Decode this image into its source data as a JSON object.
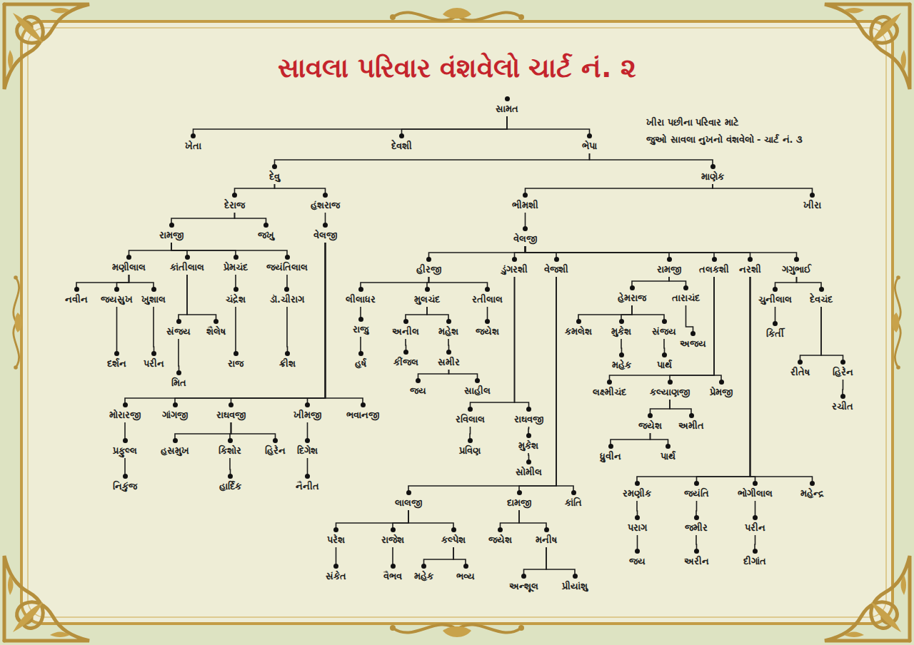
{
  "diagram": {
    "title": "સાવલા પરિવાર વંશવેલો ચાર્ટ નં. ૨",
    "nodes": [
      {
        "text": [
          "સામત"
        ]
      },
      {
        "text": [
          "ખેતા"
        ]
      },
      {
        "text": [
          "દેવશી"
        ]
      },
      {
        "text": [
          "ભેપા"
        ]
      },
      {
        "text": [
          "દેવુ"
        ]
      },
      {
        "text": [
          "માણેક"
        ]
      },
      {
        "text": [
          "દેરાજ"
        ]
      },
      {
        "text": [
          "હંશરાજ"
        ]
      },
      {
        "text": [
          "ભીમશી"
        ]
      },
      {
        "text": [
          "ખીરા"
        ]
      },
      {
        "text": [
          "રામજી"
        ]
      },
      {
        "text": [
          "જખુ"
        ]
      },
      {
        "text": [
          "વેલજી"
        ]
      },
      {
        "text": [
          "વેલજી"
        ]
      },
      {
        "text": [
          "મણીલાલ"
        ]
      },
      {
        "text": [
          "કાંતીલાલ"
        ]
      },
      {
        "text": [
          "પ્રેમચંદ"
        ]
      },
      {
        "text": [
          "જયંતિલાલ"
        ]
      },
      {
        "text": [
          "હીરજી"
        ]
      },
      {
        "text": [
          "ડુંગરશી"
        ]
      },
      {
        "text": [
          "વેજશી"
        ]
      },
      {
        "text": [
          "રામજી"
        ]
      },
      {
        "text": [
          "તલકશી"
        ]
      },
      {
        "text": [
          "નરશી"
        ]
      },
      {
        "text": [
          "ગગુભાઈ"
        ]
      },
      {
        "text": [
          "નવીન"
        ]
      },
      {
        "text": [
          "જયસુખ"
        ]
      },
      {
        "text": [
          "ખુશાલ"
        ]
      },
      {
        "text": [
          "ચંદ્રેશ"
        ]
      },
      {
        "text": [
          "ડૉ.ચીરાગ"
        ]
      },
      {
        "text": [
          "લીલાધર"
        ]
      },
      {
        "text": [
          "મુલચંદ"
        ]
      },
      {
        "text": [
          "રતીલાલ"
        ]
      },
      {
        "text": [
          "હેમરાજ"
        ]
      },
      {
        "text": [
          "તારાચંદ"
        ]
      },
      {
        "text": [
          "ચુનીલાલ"
        ]
      },
      {
        "text": [
          "દેવચંદ"
        ]
      },
      {
        "text": [
          "સંજય"
        ]
      },
      {
        "text": [
          "શૈલેષ"
        ]
      },
      {
        "text": [
          "રાજુ"
        ]
      },
      {
        "text": [
          "અનીલ"
        ]
      },
      {
        "text": [
          "મહેશ"
        ]
      },
      {
        "text": [
          "જયેશ"
        ]
      },
      {
        "text": [
          "કમલેશ"
        ]
      },
      {
        "text": [
          "મુકેશ"
        ]
      },
      {
        "text": [
          "સંજય"
        ]
      },
      {
        "text": [
          "કિર્તી"
        ]
      },
      {
        "text": [
          "અજય"
        ]
      },
      {
        "text": [
          "દર્શન"
        ]
      },
      {
        "text": [
          "પરીન"
        ]
      },
      {
        "text": [
          "રાજ"
        ]
      },
      {
        "text": [
          "ક્રીશ"
        ]
      },
      {
        "text": [
          "હર્ષ"
        ]
      },
      {
        "text": [
          "કીંજલ"
        ]
      },
      {
        "text": [
          "સમીર"
        ]
      },
      {
        "text": [
          "મહેક"
        ]
      },
      {
        "text": [
          "પાર્થ"
        ]
      },
      {
        "text": [
          "રીતેષ"
        ]
      },
      {
        "text": [
          "હિરેન"
        ]
      },
      {
        "text": [
          "મિત"
        ]
      },
      {
        "text": [
          "જય"
        ]
      },
      {
        "text": [
          "સાહીલ"
        ]
      },
      {
        "text": [
          "લક્ષ્મીચંદ"
        ]
      },
      {
        "text": [
          "કલ્યાણજી"
        ]
      },
      {
        "text": [
          "પ્રેમજી"
        ]
      },
      {
        "text": [
          "રચીત"
        ]
      },
      {
        "text": [
          "મોરારજી"
        ]
      },
      {
        "text": [
          "ગાંગજી"
        ]
      },
      {
        "text": [
          "રાઘવજી"
        ]
      },
      {
        "text": [
          "ખીમજી"
        ]
      },
      {
        "text": [
          "ભવાનજી"
        ]
      },
      {
        "text": [
          "રવિલાલ"
        ]
      },
      {
        "text": [
          "રાઘવજી"
        ]
      },
      {
        "text": [
          "જયેશ"
        ]
      },
      {
        "text": [
          "અમીત"
        ]
      },
      {
        "text": [
          "પ્રવિણ"
        ]
      },
      {
        "text": [
          "મુકેશ"
        ]
      },
      {
        "text": [
          "પ્રફુલ્લ"
        ]
      },
      {
        "text": [
          "હસમુખ"
        ]
      },
      {
        "text": [
          "કિશોર"
        ]
      },
      {
        "text": [
          "હિરેન"
        ]
      },
      {
        "text": [
          "દિગેશ"
        ]
      },
      {
        "text": [
          "ધ્રુવીન"
        ]
      },
      {
        "text": [
          "પાર્થ"
        ]
      },
      {
        "text": [
          "સોમીલ"
        ]
      },
      {
        "text": [
          "નિકુંજ"
        ]
      },
      {
        "text": [
          "હાર્દિક"
        ]
      },
      {
        "text": [
          "નૈનીત"
        ]
      },
      {
        "text": [
          "રમણીક"
        ]
      },
      {
        "text": [
          "જયંતિ"
        ]
      },
      {
        "text": [
          "ભોગીલાલ"
        ]
      },
      {
        "text": [
          "મહેન્દ્ર"
        ]
      },
      {
        "text": [
          "લાલજી"
        ]
      },
      {
        "text": [
          "દામજી"
        ]
      },
      {
        "text": [
          "કાંતિ"
        ]
      },
      {
        "text": [
          "પરાગ"
        ]
      },
      {
        "text": [
          "જમીર"
        ]
      },
      {
        "text": [
          "પરીન"
        ]
      },
      {
        "text": [
          "પરેશ"
        ]
      },
      {
        "text": [
          "રાજેશ"
        ]
      },
      {
        "text": [
          "કલ્પેશ"
        ]
      },
      {
        "text": [
          "જયેશ"
        ]
      },
      {
        "text": [
          "મનીષ"
        ]
      },
      {
        "text": [
          "જય"
        ]
      },
      {
        "text": [
          "અરીન"
        ]
      },
      {
        "text": [
          "દીગાંત"
        ]
      },
      {
        "text": [
          "સંકેત"
        ]
      },
      {
        "text": [
          "વૈભવ"
        ]
      },
      {
        "text": [
          "મહેક"
        ]
      },
      {
        "text": [
          "ભવ્ય"
        ]
      },
      {
        "text": [
          "અન્શૂલ"
        ]
      },
      {
        "text": [
          "પ્રીયાંશુ"
        ]
      }
    ],
    "edges": [
      {
        "from": 0,
        "to": 1,
        "arrow": "none"
      },
      {
        "from": 0,
        "to": 2,
        "arrow": "none"
      },
      {
        "from": 0,
        "to": 3,
        "arrow": "none"
      },
      {
        "from": 3,
        "to": 4,
        "arrow": "none"
      },
      {
        "from": 3,
        "to": 5,
        "arrow": "none"
      },
      {
        "from": 4,
        "to": 6,
        "arrow": "none"
      },
      {
        "from": 4,
        "to": 7,
        "arrow": "none"
      },
      {
        "from": 5,
        "to": 8,
        "arrow": "none"
      },
      {
        "from": 5,
        "to": 9,
        "arrow": "none"
      },
      {
        "from": 6,
        "to": 10,
        "arrow": "none"
      },
      {
        "from": 6,
        "to": 11,
        "arrow": "none"
      },
      {
        "from": 7,
        "to": 12,
        "arrow": "none"
      },
      {
        "from": 8,
        "to": 13,
        "arrow": "none"
      },
      {
        "from": 10,
        "to": 14,
        "arrow": "none"
      },
      {
        "from": 10,
        "to": 15,
        "arrow": "none"
      },
      {
        "from": 10,
        "to": 16,
        "arrow": "none"
      },
      {
        "from": 10,
        "to": 17,
        "arrow": "none"
      },
      {
        "from": 13,
        "to": 18,
        "arrow": "none"
      },
      {
        "from": 13,
        "to": 19,
        "arrow": "none"
      },
      {
        "from": 13,
        "to": 20,
        "arrow": "none"
      },
      {
        "from": 13,
        "to": 21,
        "arrow": "none"
      },
      {
        "from": 13,
        "to": 22,
        "arrow": "none"
      },
      {
        "from": 13,
        "to": 23,
        "arrow": "none"
      },
      {
        "from": 13,
        "to": 24,
        "arrow": "none"
      },
      {
        "from": 14,
        "to": 25,
        "arrow": "none"
      },
      {
        "from": 14,
        "to": 26,
        "arrow": "none"
      },
      {
        "from": 14,
        "to": 27,
        "arrow": "none"
      },
      {
        "from": 16,
        "to": 28,
        "arrow": "none"
      },
      {
        "from": 17,
        "to": 29,
        "arrow": "none"
      },
      {
        "from": 18,
        "to": 30,
        "arrow": "none"
      },
      {
        "from": 18,
        "to": 31,
        "arrow": "none"
      },
      {
        "from": 18,
        "to": 32,
        "arrow": "none"
      },
      {
        "from": 21,
        "to": 33,
        "arrow": "none"
      },
      {
        "from": 21,
        "to": 34,
        "arrow": "none"
      },
      {
        "from": 24,
        "to": 35,
        "arrow": "none"
      },
      {
        "from": 24,
        "to": 36,
        "arrow": "none"
      },
      {
        "from": 15,
        "to": 37,
        "arrow": "none"
      },
      {
        "from": 15,
        "to": 38,
        "arrow": "none"
      },
      {
        "from": 30,
        "to": 39,
        "arrow": "none"
      },
      {
        "from": 31,
        "to": 40,
        "arrow": "none"
      },
      {
        "from": 31,
        "to": 41,
        "arrow": "none"
      },
      {
        "from": 32,
        "to": 42,
        "arrow": "none"
      },
      {
        "from": 33,
        "to": 43,
        "arrow": "none"
      },
      {
        "from": 33,
        "to": 44,
        "arrow": "none"
      },
      {
        "from": 33,
        "to": 45,
        "arrow": "none"
      },
      {
        "from": 35,
        "to": 46,
        "arrow": "none"
      },
      {
        "from": 34,
        "to": 47,
        "arrow": "none"
      },
      {
        "from": 26,
        "to": 48,
        "arrow": "none"
      },
      {
        "from": 27,
        "to": 49,
        "arrow": "none"
      },
      {
        "from": 28,
        "to": 50,
        "arrow": "none"
      },
      {
        "from": 29,
        "to": 51,
        "arrow": "none"
      },
      {
        "from": 39,
        "to": 52,
        "arrow": "none"
      },
      {
        "from": 40,
        "to": 53,
        "arrow": "none"
      },
      {
        "from": 41,
        "to": 54,
        "arrow": "none"
      },
      {
        "from": 44,
        "to": 55,
        "arrow": "none"
      },
      {
        "from": 45,
        "to": 56,
        "arrow": "none"
      },
      {
        "from": 36,
        "to": 57,
        "arrow": "none"
      },
      {
        "from": 36,
        "to": 58,
        "arrow": "none"
      },
      {
        "from": 37,
        "to": 59,
        "arrow": "none"
      },
      {
        "from": 54,
        "to": 60,
        "arrow": "none"
      },
      {
        "from": 54,
        "to": 61,
        "arrow": "none"
      },
      {
        "from": 22,
        "to": 62,
        "arrow": "none"
      },
      {
        "from": 22,
        "to": 63,
        "arrow": "none"
      },
      {
        "from": 22,
        "to": 64,
        "arrow": "none"
      },
      {
        "from": 58,
        "to": 65,
        "arrow": "none"
      },
      {
        "from": 12,
        "to": 66,
        "arrow": "none"
      },
      {
        "from": 12,
        "to": 67,
        "arrow": "none"
      },
      {
        "from": 12,
        "to": 68,
        "arrow": "none"
      },
      {
        "from": 12,
        "to": 69,
        "arrow": "none"
      },
      {
        "from": 12,
        "to": 70,
        "arrow": "none"
      },
      {
        "from": 19,
        "to": 71,
        "arrow": "none"
      },
      {
        "from": 19,
        "to": 72,
        "arrow": "none"
      },
      {
        "from": 63,
        "to": 73,
        "arrow": "none"
      },
      {
        "from": 63,
        "to": 74,
        "arrow": "none"
      },
      {
        "from": 71,
        "to": 75,
        "arrow": "none"
      },
      {
        "from": 72,
        "to": 76,
        "arrow": "none"
      },
      {
        "from": 66,
        "to": 77,
        "arrow": "none"
      },
      {
        "from": 68,
        "to": 78,
        "arrow": "none"
      },
      {
        "from": 68,
        "to": 79,
        "arrow": "none"
      },
      {
        "from": 68,
        "to": 80,
        "arrow": "none"
      },
      {
        "from": 69,
        "to": 81,
        "arrow": "none"
      },
      {
        "from": 73,
        "to": 82,
        "arrow": "none"
      },
      {
        "from": 73,
        "to": 83,
        "arrow": "none"
      },
      {
        "from": 76,
        "to": 84,
        "arrow": "none"
      },
      {
        "from": 77,
        "to": 85,
        "arrow": "none"
      },
      {
        "from": 79,
        "to": 86,
        "arrow": "none"
      },
      {
        "from": 81,
        "to": 87,
        "arrow": "none"
      },
      {
        "from": 23,
        "to": 88,
        "arrow": "none"
      },
      {
        "from": 23,
        "to": 89,
        "arrow": "none"
      },
      {
        "from": 23,
        "to": 90,
        "arrow": "none"
      },
      {
        "from": 23,
        "to": 91,
        "arrow": "none"
      },
      {
        "from": 20,
        "to": 92,
        "arrow": "none"
      },
      {
        "from": 20,
        "to": 93,
        "arrow": "none"
      },
      {
        "from": 20,
        "to": 94,
        "arrow": "none"
      },
      {
        "from": 88,
        "to": 95,
        "arrow": "none"
      },
      {
        "from": 89,
        "to": 96,
        "arrow": "none"
      },
      {
        "from": 90,
        "to": 97,
        "arrow": "none"
      },
      {
        "from": 92,
        "to": 98,
        "arrow": "none"
      },
      {
        "from": 92,
        "to": 99,
        "arrow": "none"
      },
      {
        "from": 92,
        "to": 100,
        "arrow": "none"
      },
      {
        "from": 93,
        "to": 101,
        "arrow": "none"
      },
      {
        "from": 93,
        "to": 102,
        "arrow": "none"
      },
      {
        "from": 95,
        "to": 103,
        "arrow": "none"
      },
      {
        "from": 96,
        "to": 104,
        "arrow": "none"
      },
      {
        "from": 97,
        "to": 105,
        "arrow": "none"
      },
      {
        "from": 98,
        "to": 106,
        "arrow": "none"
      },
      {
        "from": 99,
        "to": 107,
        "arrow": "none"
      },
      {
        "from": 100,
        "to": 108,
        "arrow": "none"
      },
      {
        "from": 100,
        "to": 109,
        "arrow": "none"
      },
      {
        "from": 102,
        "to": 110,
        "arrow": "none"
      },
      {
        "from": 102,
        "to": 111,
        "arrow": "none"
      }
    ],
    "labels": [
      "ખીરા પછીના પરિવાર માટે",
      "જુઓ સાવલા નુખનો વંશવેલો - ચાર્ટ નં. ૩"
    ]
  }
}
